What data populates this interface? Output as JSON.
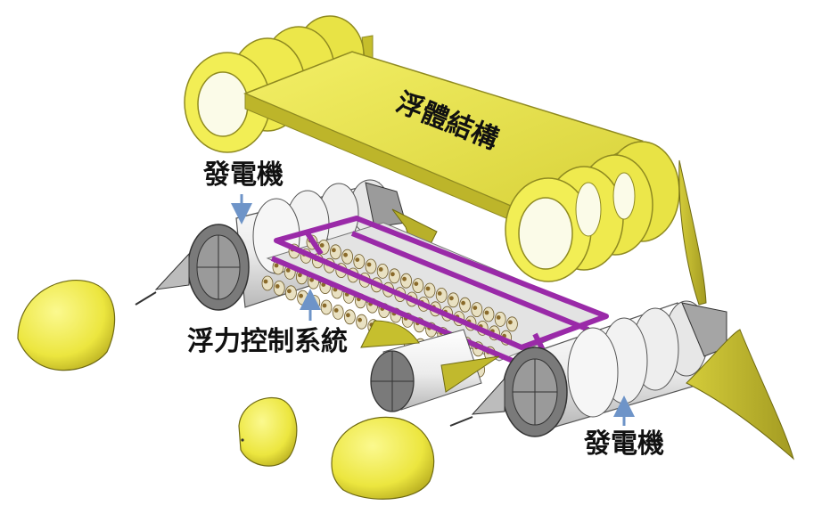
{
  "labels": {
    "float_structure": "浮體結構",
    "generator_left": "發電機",
    "buoyancy_control": "浮力控制系統",
    "generator_right": "發電機"
  },
  "colors": {
    "yellow": "#f2ef5a",
    "yellow_dark": "#c9c22e",
    "white_metal": "#f4f4f4",
    "grey_metal": "#8a8a8a",
    "purple": "#9a2aa8",
    "arrow": "#6e94c8"
  }
}
